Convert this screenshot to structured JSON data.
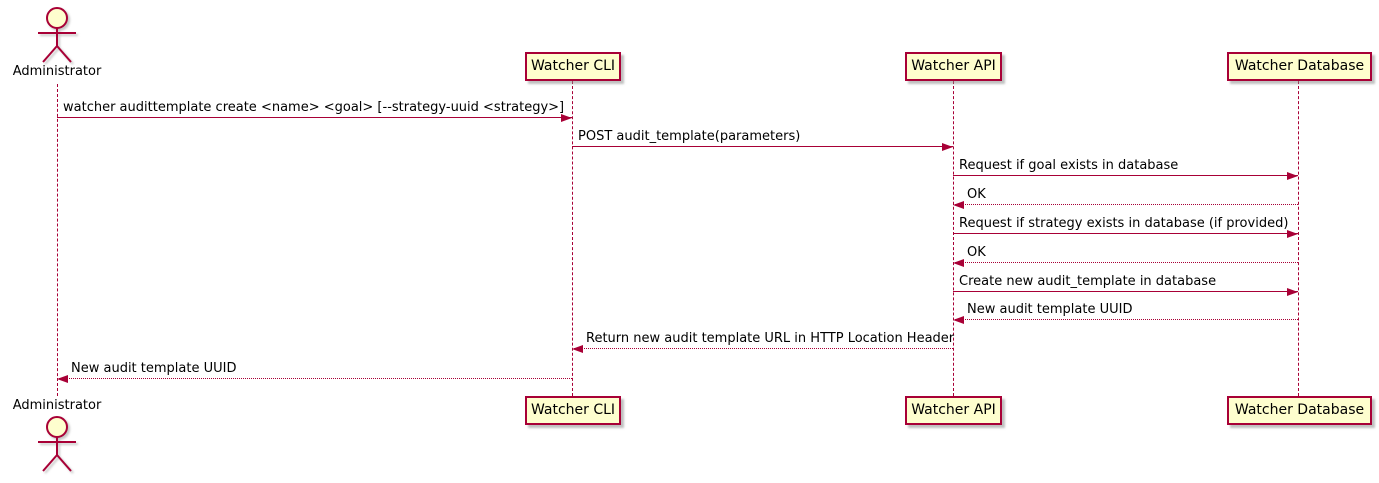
{
  "diagram": {
    "type": "uml-sequence",
    "colors": {
      "line": "#A80036",
      "participant_fill": "#FEFECE",
      "text": "#000000",
      "background": "#FFFFFF"
    },
    "actor": {
      "label": "Administrator",
      "kind": "actor"
    },
    "participants": [
      {
        "label": "Watcher CLI"
      },
      {
        "label": "Watcher API"
      },
      {
        "label": "Watcher Database"
      }
    ],
    "messages": [
      {
        "from": "Administrator",
        "to": "Watcher CLI",
        "line": "solid",
        "text": "watcher audittemplate create <name> <goal> [--strategy-uuid <strategy>]"
      },
      {
        "from": "Watcher CLI",
        "to": "Watcher API",
        "line": "solid",
        "text": "POST audit_template(parameters)"
      },
      {
        "from": "Watcher API",
        "to": "Watcher Database",
        "line": "solid",
        "text": "Request if goal exists in database"
      },
      {
        "from": "Watcher Database",
        "to": "Watcher API",
        "line": "dotted",
        "text": "OK"
      },
      {
        "from": "Watcher API",
        "to": "Watcher Database",
        "line": "solid",
        "text": "Request if strategy exists in database (if provided)"
      },
      {
        "from": "Watcher Database",
        "to": "Watcher API",
        "line": "dotted",
        "text": "OK"
      },
      {
        "from": "Watcher API",
        "to": "Watcher Database",
        "line": "solid",
        "text": "Create new audit_template in database"
      },
      {
        "from": "Watcher Database",
        "to": "Watcher API",
        "line": "dotted",
        "text": "New audit template UUID"
      },
      {
        "from": "Watcher API",
        "to": "Watcher CLI",
        "line": "dotted",
        "text": "Return new audit template URL in HTTP Location Header"
      },
      {
        "from": "Watcher CLI",
        "to": "Administrator",
        "line": "dotted",
        "text": "New audit template UUID"
      }
    ]
  }
}
